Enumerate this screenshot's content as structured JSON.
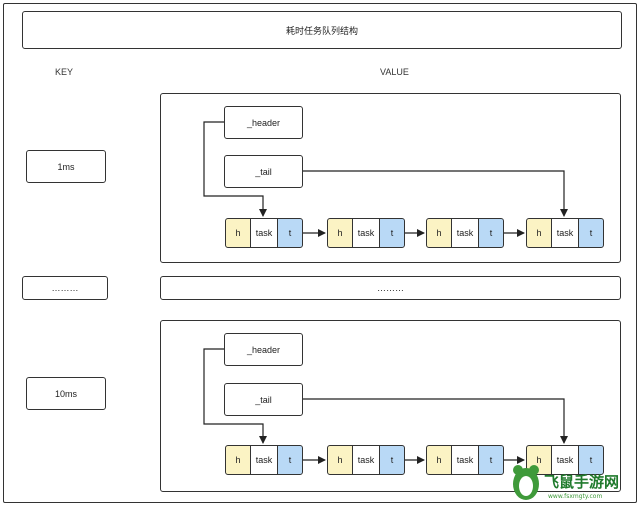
{
  "title": "耗时任务队列结构",
  "key_header": "KEY",
  "value_header": "VALUE",
  "groups": [
    {
      "key": "1ms",
      "header_label": "_header",
      "tail_label": "_tail",
      "nodes": [
        {
          "h": "h",
          "task": "task",
          "t": "t"
        },
        {
          "h": "h",
          "task": "task",
          "t": "t"
        },
        {
          "h": "h",
          "task": "task",
          "t": "t"
        },
        {
          "h": "h",
          "task": "task",
          "t": "t"
        }
      ]
    },
    {
      "key": "10ms",
      "header_label": "_header",
      "tail_label": "_tail",
      "nodes": [
        {
          "h": "h",
          "task": "task",
          "t": "t"
        },
        {
          "h": "h",
          "task": "task",
          "t": "t"
        },
        {
          "h": "h",
          "task": "task",
          "t": "t"
        },
        {
          "h": "h",
          "task": "task",
          "t": "t"
        }
      ]
    }
  ],
  "ellipsis_key": "………",
  "ellipsis_value": "………",
  "watermark": {
    "brand": "飞鼠手游网",
    "url": "www.fsxmgty.com"
  }
}
